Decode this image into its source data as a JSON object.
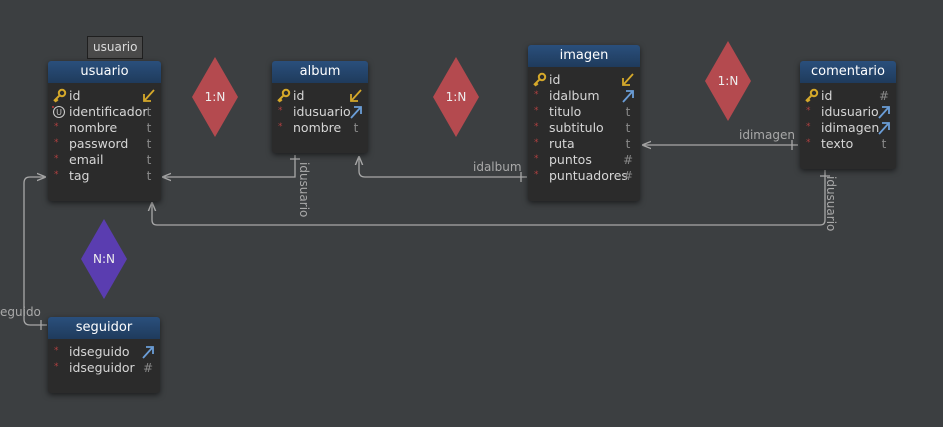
{
  "tooltip": "usuario",
  "entities": {
    "usuario": {
      "title": "usuario",
      "fields": [
        {
          "name": "id",
          "icon": "key-icon",
          "type": "fk-in"
        },
        {
          "name": "identificador",
          "icon": "unique-icon",
          "type": "t"
        },
        {
          "name": "nombre",
          "icon": "required-dot-icon",
          "type": "t"
        },
        {
          "name": "password",
          "icon": "required-dot-icon",
          "type": "t"
        },
        {
          "name": "email",
          "icon": "required-dot-icon",
          "type": "t"
        },
        {
          "name": "tag",
          "icon": "required-dot-icon",
          "type": "t"
        }
      ]
    },
    "album": {
      "title": "album",
      "fields": [
        {
          "name": "id",
          "icon": "key-icon",
          "type": "fk-in"
        },
        {
          "name": "idusuario",
          "icon": "required-dot-icon",
          "type": "fk-out"
        },
        {
          "name": "nombre",
          "icon": "required-dot-icon",
          "type": "t"
        }
      ]
    },
    "imagen": {
      "title": "imagen",
      "fields": [
        {
          "name": "id",
          "icon": "key-icon",
          "type": "fk-in"
        },
        {
          "name": "idalbum",
          "icon": "required-dot-icon",
          "type": "fk-out"
        },
        {
          "name": "titulo",
          "icon": "required-dot-icon",
          "type": "t"
        },
        {
          "name": "subtitulo",
          "icon": "required-dot-icon",
          "type": "t"
        },
        {
          "name": "ruta",
          "icon": "required-dot-icon",
          "type": "t"
        },
        {
          "name": "puntos",
          "icon": "required-dot-icon",
          "type": "#"
        },
        {
          "name": "puntuadores",
          "icon": "required-dot-icon",
          "type": "#"
        }
      ]
    },
    "comentario": {
      "title": "comentario",
      "fields": [
        {
          "name": "id",
          "icon": "key-icon",
          "type": "#"
        },
        {
          "name": "idusuario",
          "icon": "required-dot-icon",
          "type": "fk-out"
        },
        {
          "name": "idimagen",
          "icon": "required-dot-icon",
          "type": "fk-out"
        },
        {
          "name": "texto",
          "icon": "required-dot-icon",
          "type": "t"
        }
      ]
    },
    "seguidor": {
      "title": "seguidor",
      "fields": [
        {
          "name": "idseguido",
          "icon": "required-dot-icon",
          "type": "fk-out"
        },
        {
          "name": "idseguidor",
          "icon": "required-dot-icon",
          "type": "#"
        }
      ]
    }
  },
  "relationships": {
    "rel1": {
      "label": "1:N",
      "color": "#b44a4f"
    },
    "rel2": {
      "label": "1:N",
      "color": "#b44a4f"
    },
    "rel3": {
      "label": "1:N",
      "color": "#b44a4f"
    },
    "rel4": {
      "label": "N:N",
      "color": "#5a3db0"
    }
  },
  "edge_labels": {
    "album_idusuario": "idusuario",
    "imagen_idalbum": "idalbum",
    "comentario_idimagen": "idimagen",
    "comentario_idusuario": "idusuario",
    "seguidor_idseguido": "eguido"
  },
  "colors": {
    "background": "#3c3f41",
    "header": "#1f3b5c",
    "key": "#d6a92a",
    "fk_out": "#6b9ed8",
    "connector": "#a8a8a8"
  }
}
